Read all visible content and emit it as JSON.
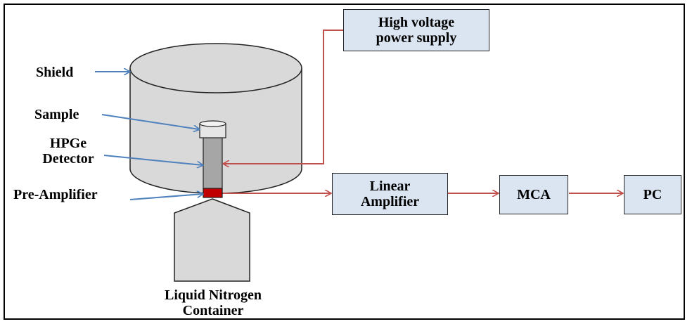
{
  "labels": {
    "shield": "Shield",
    "sample": "Sample",
    "detector_line1": "HPGe",
    "detector_line2": "Detector",
    "preamp": "Pre-Amplifier",
    "ln_line1": "Liquid Nitrogen",
    "ln_line2": "Container"
  },
  "boxes": {
    "hv_line1": "High voltage",
    "hv_line2": "power supply",
    "amp_line1": "Linear",
    "amp_line2": "Amplifier",
    "mca": "MCA",
    "pc": "PC"
  },
  "colors": {
    "box_fill": "#dbe5f1",
    "shield_fill": "#d9d9d9",
    "blue_arrow": "#4f81bd",
    "red_arrow": "#c0504d",
    "preamp_fill": "#c00000"
  }
}
